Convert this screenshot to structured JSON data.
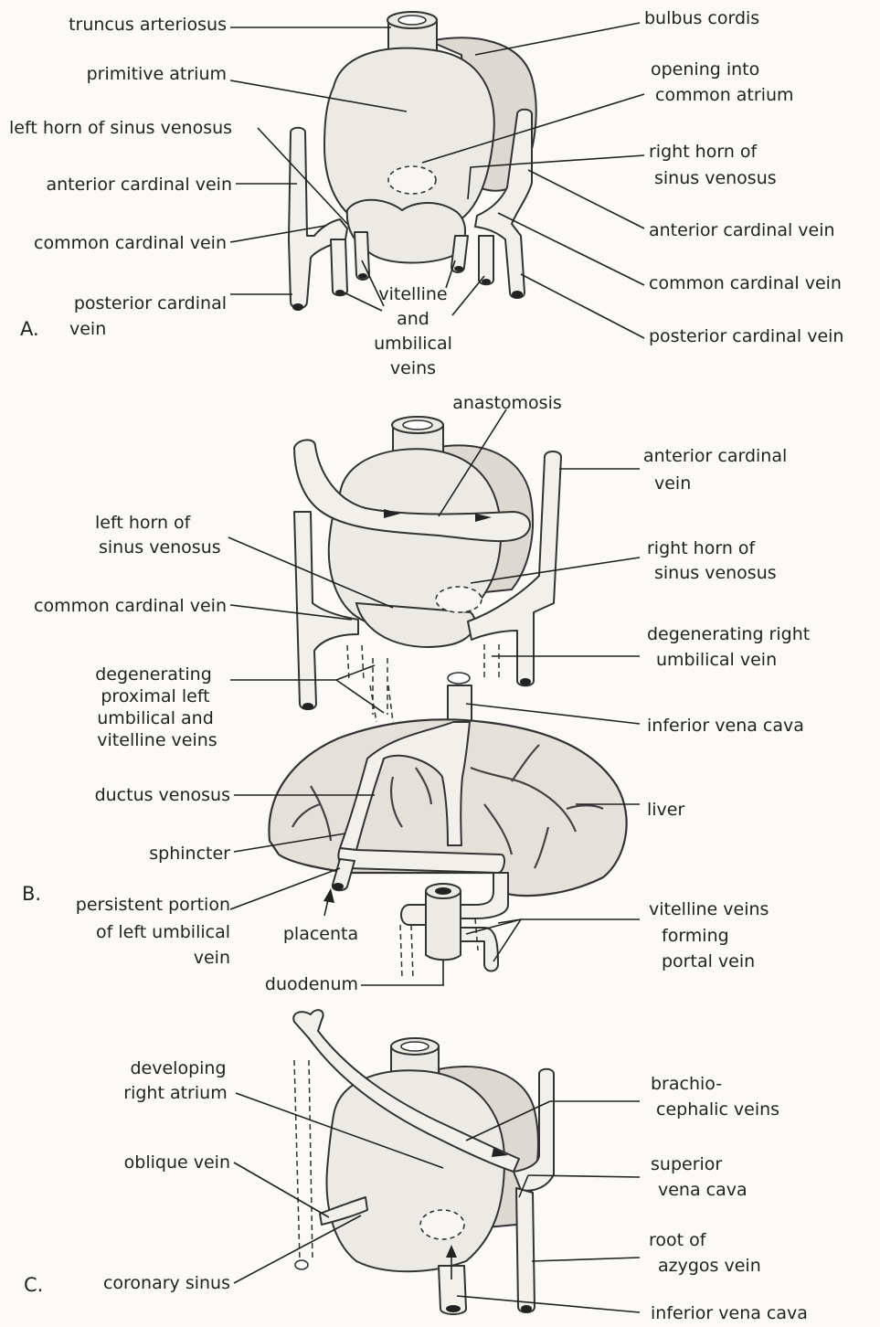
{
  "panels": {
    "a": {
      "tag": "A.",
      "labels": {
        "truncus_arteriosus": "truncus arteriosus",
        "bulbus_cordis": "bulbus cordis",
        "primitive_atrium": "primitive atrium",
        "opening_1": "opening into",
        "opening_2": "common atrium",
        "left_horn": "left horn of sinus venosus",
        "right_horn_1": "right horn of",
        "right_horn_2": "sinus venosus",
        "ant_cardinal_left": "anterior cardinal vein",
        "ant_cardinal_right": "anterior cardinal vein",
        "common_cardinal_left": "common cardinal vein",
        "common_cardinal_right": "common cardinal vein",
        "post_cardinal_left_1": "posterior cardinal",
        "post_cardinal_left_2": "vein",
        "post_cardinal_right": "posterior cardinal vein",
        "vitelline_1": "vitelline",
        "vitelline_2": "and",
        "vitelline_3": "umbilical",
        "vitelline_4": "veins"
      }
    },
    "b": {
      "tag": "B.",
      "labels": {
        "anastomosis": "anastomosis",
        "ant_cardinal_1": "anterior cardinal",
        "ant_cardinal_2": "vein",
        "left_horn_1": "left horn of",
        "left_horn_2": "sinus venosus",
        "right_horn_1": "right horn of",
        "right_horn_2": "sinus venosus",
        "common_cardinal": "common cardinal vein",
        "degen_right_1": "degenerating right",
        "degen_right_2": "umbilical vein",
        "degen_left_1": "degenerating",
        "degen_left_2": "proximal left",
        "degen_left_3": "umbilical and",
        "degen_left_4": "vitelline veins",
        "ivc": "inferior vena cava",
        "ductus_venosus": "ductus venosus",
        "liver": "liver",
        "sphincter": "sphincter",
        "persistent_1": "persistent portion",
        "persistent_2": "of left umbilical",
        "persistent_3": "vein",
        "placenta": "placenta",
        "vitelline_portal_1": "vitelline veins",
        "vitelline_portal_2": "forming",
        "vitelline_portal_3": "portal vein",
        "duodenum": "duodenum"
      }
    },
    "c": {
      "tag": "C.",
      "labels": {
        "dev_right_atrium_1": "developing",
        "dev_right_atrium_2": "right atrium",
        "brachio_1": "brachio-",
        "brachio_2": "cephalic veins",
        "oblique_vein": "oblique vein",
        "svc_1": "superior",
        "svc_2": "vena cava",
        "root_azygos_1": "root of",
        "root_azygos_2": "azygos vein",
        "coronary_sinus": "coronary sinus",
        "ivc": "inferior vena cava"
      }
    }
  }
}
